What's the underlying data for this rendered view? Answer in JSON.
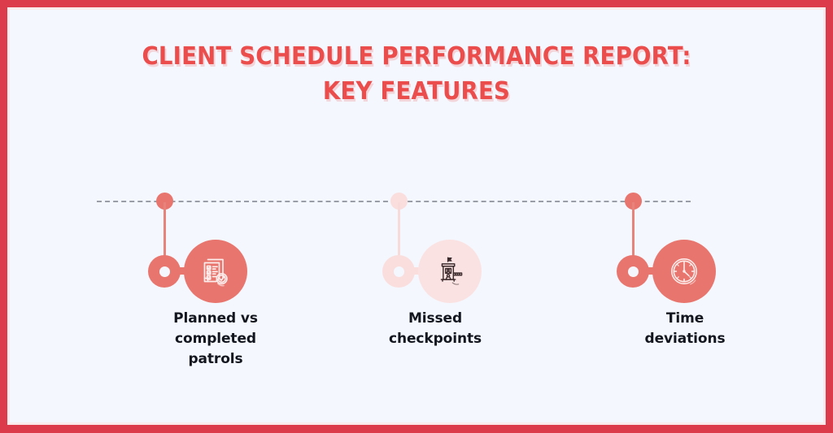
{
  "poster": {
    "border_color": "#DB3B4B",
    "background_color": "#F4F7FD",
    "title_color": "#EB4D4D",
    "caption_color": "#14161F",
    "accent_coral": "#E8766E",
    "accent_pale_pink": "#FADEDE",
    "rail_color": "#8A8F99"
  },
  "title": {
    "line1": "CLIENT SCHEDULE PERFORMANCE REPORT:",
    "line2": "KEY FEATURES"
  },
  "timeline": {
    "rail_style": "dashed",
    "nodes": [
      {
        "id": "planned-vs-completed-patrols",
        "icon_name": "checklist-clipboard-icon",
        "tone": "coral",
        "caption_lines": [
          "Planned vs",
          "completed",
          "patrols"
        ]
      },
      {
        "id": "missed-checkpoints",
        "icon_name": "guard-booth-checkpoint-icon",
        "tone": "pale",
        "caption_lines": [
          "Missed",
          "checkpoints"
        ]
      },
      {
        "id": "time-deviations",
        "icon_name": "clock-icon",
        "tone": "coral",
        "caption_lines": [
          "Time",
          "deviations"
        ]
      }
    ]
  }
}
